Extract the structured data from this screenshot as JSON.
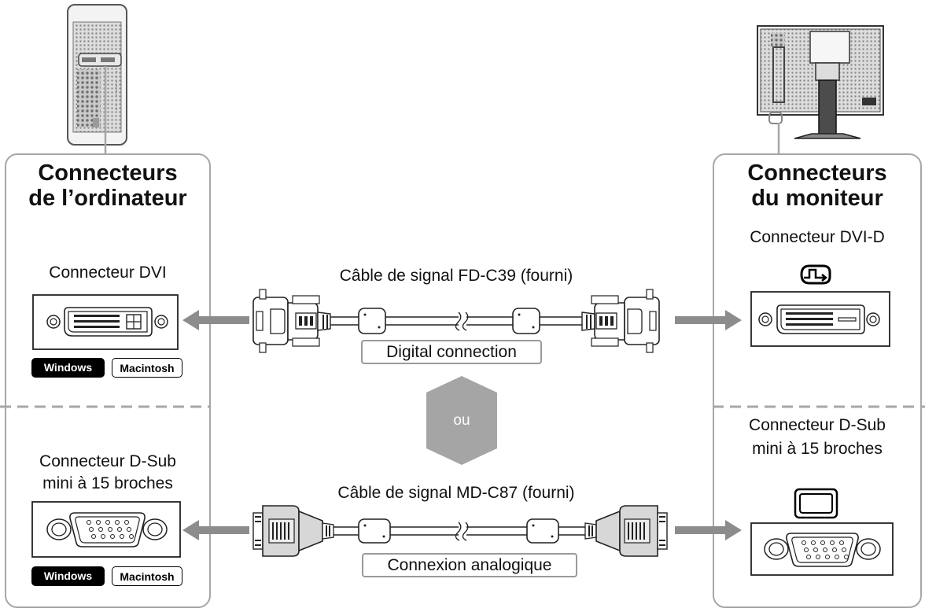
{
  "computer_panel": {
    "title_line1": "Connecteurs",
    "title_line2": "de l’ordinateur",
    "dvi_label": "Connecteur DVI",
    "dsub_label_line1": "Connecteur D-Sub",
    "dsub_label_line2": "mini à 15 broches",
    "os_tags": [
      "Windows",
      "Macintosh"
    ]
  },
  "monitor_panel": {
    "title_line1": "Connecteurs",
    "title_line2": "du moniteur",
    "dvi_label": "Connecteur DVI-D",
    "dsub_label_line1": "Connecteur D-Sub",
    "dsub_label_line2": "mini à 15 broches"
  },
  "digital_cable": {
    "label": "Câble de signal FD-C39 (fourni)",
    "connection": "Digital connection"
  },
  "analog_cable": {
    "label": "Câble de signal MD-C87 (fourni)",
    "connection": "Connexion analogique"
  },
  "separator_text": "ou",
  "colors": {
    "panel_border": "#a7a7a7",
    "arrow": "#8c8c8c",
    "hexagon": "#a5a5a5",
    "tag_dark": "#000000"
  },
  "icons": [
    "computer-tower-icon",
    "monitor-back-icon",
    "dvi-digital-icon",
    "vga-monitor-icon"
  ]
}
